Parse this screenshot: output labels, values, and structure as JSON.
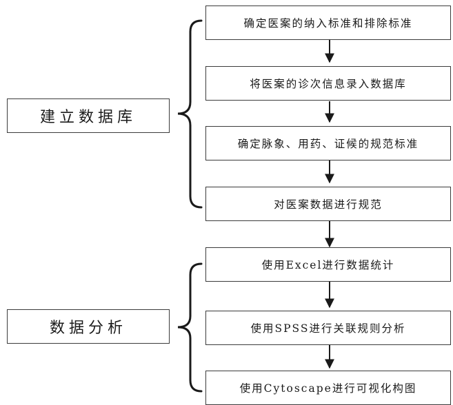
{
  "stages": [
    {
      "label": "建立数据库",
      "steps": [
        "确定医案的纳入标准和排除标准",
        "将医案的诊次信息录入数据库",
        "确定脉象、用药、证候的规范标准",
        "对医案数据进行规范"
      ]
    },
    {
      "label": "数据分析",
      "steps": [
        "使用Excel进行数据统计",
        "使用SPSS进行关联规则分析",
        "使用Cytoscape进行可视化构图"
      ]
    }
  ]
}
